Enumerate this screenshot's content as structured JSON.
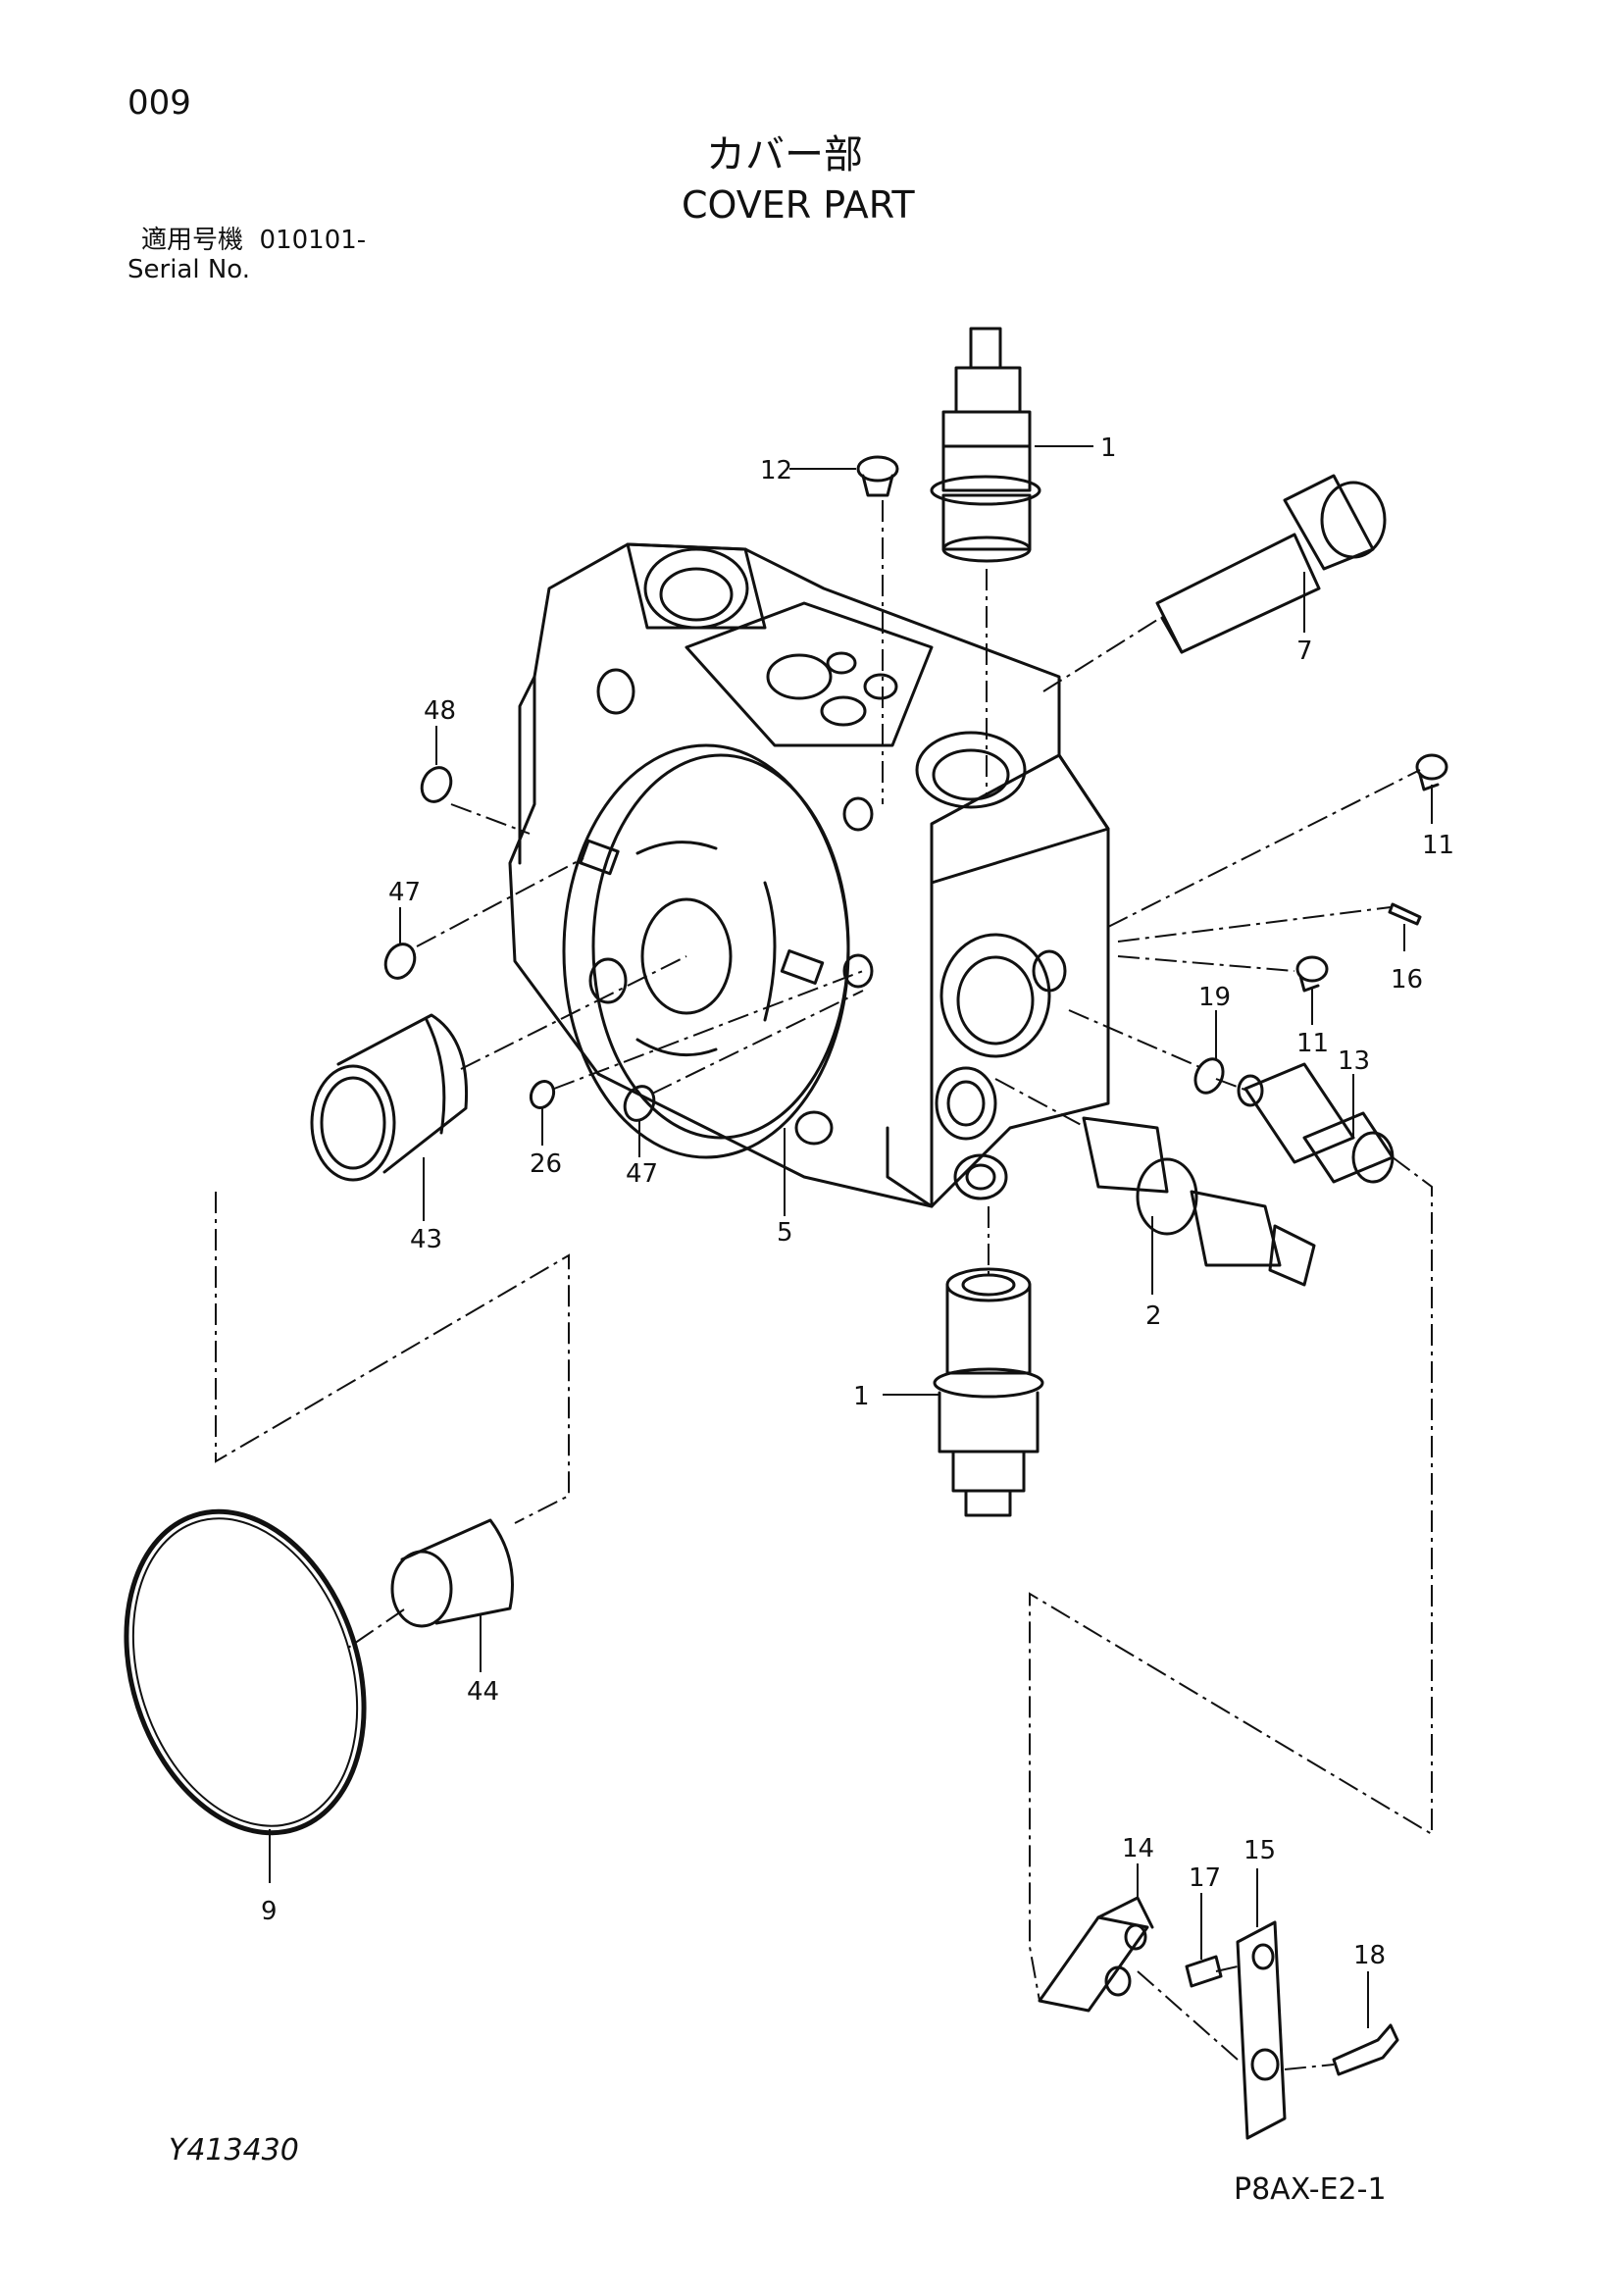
{
  "header": {
    "page_number": "009",
    "title_jp": "カバー部",
    "title_en": "COVER PART",
    "serial_label_jp": "適用号機",
    "serial_value": "010101-",
    "serial_label_en": "Serial No."
  },
  "callouts": [
    {
      "id": "c1a",
      "label": "1"
    },
    {
      "id": "c12",
      "label": "12"
    },
    {
      "id": "c7",
      "label": "7"
    },
    {
      "id": "c48",
      "label": "48"
    },
    {
      "id": "c47a",
      "label": "47"
    },
    {
      "id": "c11a",
      "label": "11"
    },
    {
      "id": "c16",
      "label": "16"
    },
    {
      "id": "c19",
      "label": "19"
    },
    {
      "id": "c11b",
      "label": "11"
    },
    {
      "id": "c13",
      "label": "13"
    },
    {
      "id": "c26",
      "label": "26"
    },
    {
      "id": "c47b",
      "label": "47"
    },
    {
      "id": "c43",
      "label": "43"
    },
    {
      "id": "c5",
      "label": "5"
    },
    {
      "id": "c2",
      "label": "2"
    },
    {
      "id": "c1b",
      "label": "1"
    },
    {
      "id": "c44",
      "label": "44"
    },
    {
      "id": "c9",
      "label": "9"
    },
    {
      "id": "c14",
      "label": "14"
    },
    {
      "id": "c15",
      "label": "15"
    },
    {
      "id": "c17",
      "label": "17"
    },
    {
      "id": "c18",
      "label": "18"
    }
  ],
  "footer": {
    "drawing_code": "Y413430",
    "sheet_code": "P8AX-E2-1"
  }
}
